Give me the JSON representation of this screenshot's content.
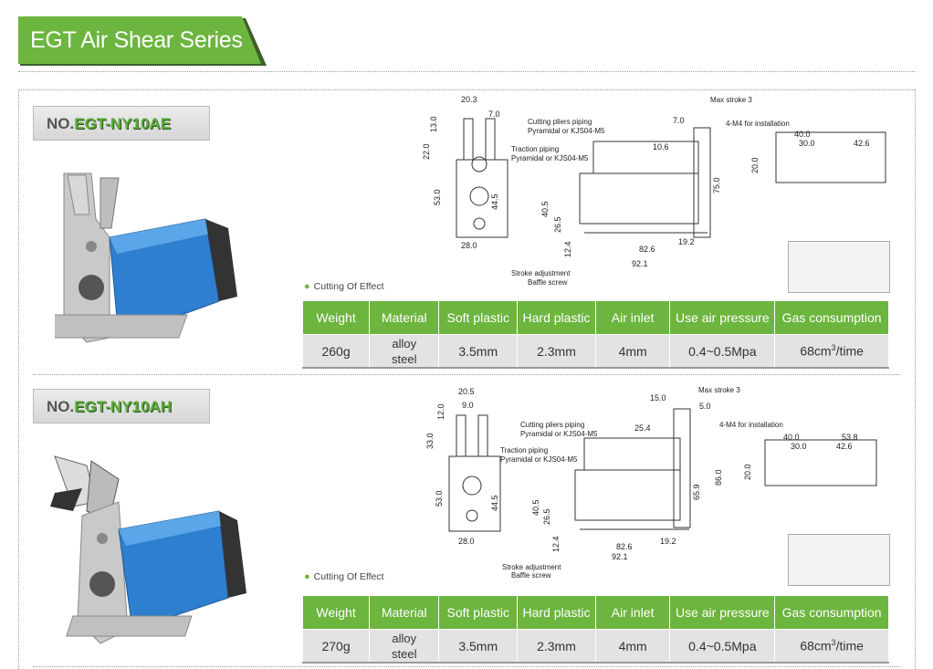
{
  "header": {
    "title": "EGT Air Shear Series"
  },
  "colors": {
    "accent": "#6cb53f",
    "table_cell": "#e3e3e3",
    "body_blue": "#2f7fd0"
  },
  "products": [
    {
      "model_prefix": "NO.",
      "model_code": "EGT-NY10AE",
      "effect_label": "Cutting Of Effect",
      "spec_headers": [
        "Weight",
        "Material",
        "Soft plastic",
        "Hard plastic",
        "Air inlet",
        "Use air pressure",
        "Gas consumption"
      ],
      "spec_values": {
        "weight": "260g",
        "material_line1": "alloy",
        "material_line2": "steel",
        "soft_plastic": "3.5mm",
        "hard_plastic": "2.3mm",
        "air_inlet": "4mm",
        "pressure": "0.4~0.5Mpa",
        "gas_main": "68cm",
        "gas_sup": "3",
        "gas_unit": "/time"
      },
      "drawing": {
        "front": [
          "20.3",
          "7.0",
          "13.0",
          "22.0",
          "53.0",
          "44.5",
          "28.0"
        ],
        "side": [
          "Max stroke 3",
          "7.0",
          "Cutting pliers piping",
          "Pyramidal or KJS04-M5",
          "Traction piping",
          "Pyramidal or KJS04-M5",
          "10.6",
          "40.5",
          "26.5",
          "12.4",
          "75.0",
          "19.2",
          "82.6",
          "92.1",
          "Stroke adjustment",
          "Baffle screw"
        ],
        "top": [
          "4-M4 for installation",
          "40.0",
          "30.0",
          "42.6",
          "20.0"
        ]
      }
    },
    {
      "model_prefix": "NO.",
      "model_code": "EGT-NY10AH",
      "effect_label": "Cutting Of Effect",
      "spec_headers": [
        "Weight",
        "Material",
        "Soft plastic",
        "Hard plastic",
        "Air inlet",
        "Use air pressure",
        "Gas consumption"
      ],
      "spec_values": {
        "weight": "270g",
        "material_line1": "alloy",
        "material_line2": "steel",
        "soft_plastic": "3.5mm",
        "hard_plastic": "2.3mm",
        "air_inlet": "4mm",
        "pressure": "0.4~0.5Mpa",
        "gas_main": "68cm",
        "gas_sup": "3",
        "gas_unit": "/time"
      },
      "drawing": {
        "front": [
          "20.5",
          "9.0",
          "12.0",
          "33.0",
          "53.0",
          "44.5",
          "28.0"
        ],
        "side": [
          "Max stroke 3",
          "15.0",
          "5.0",
          "Cutting pliers piping",
          "Pyramidal or KJS04-M5",
          "Traction piping",
          "Pyramidal or KJS04-M5",
          "25.4",
          "40.5",
          "26.5",
          "12.4",
          "65.9",
          "86.0",
          "19.2",
          "82.6",
          "92.1",
          "Stroke adjustment",
          "Baffle screw"
        ],
        "top": [
          "4-M4 for installation",
          "40.0",
          "53.8",
          "30.0",
          "42.6",
          "20.0"
        ]
      }
    }
  ]
}
